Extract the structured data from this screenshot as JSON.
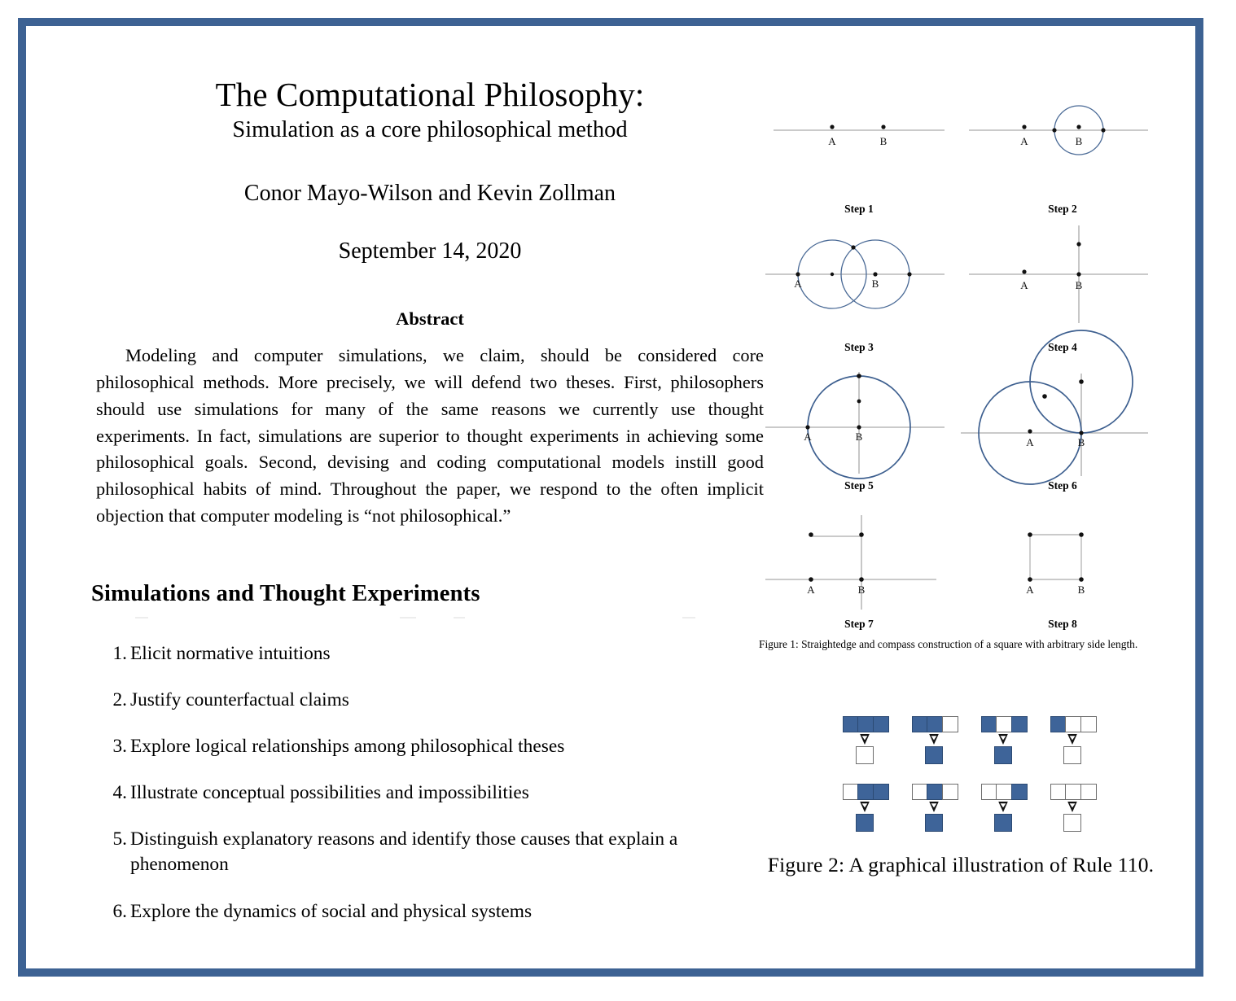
{
  "frame": {
    "border_color": "#3d6293"
  },
  "paper": {
    "title": "The Computational Philosophy:",
    "subtitle": "Simulation as a core philosophical method",
    "authors": "Conor Mayo-Wilson and Kevin Zollman",
    "date": "September 14, 2020"
  },
  "abstract": {
    "heading": "Abstract",
    "text": "Modeling and computer simulations, we claim, should be considered core philosophical methods. More precisely, we will defend two theses. First, philosophers should use simulations for many of the same reasons we currently use thought experiments. In fact, simulations are superior to thought experiments in achieving some philosophical goals. Second, devising and coding computational models instill good philosophical habits of mind. Throughout the paper, we respond to the often implicit objection that computer modeling is “not philosophical.”"
  },
  "section": {
    "heading": "Simulations and Thought Experiments",
    "items": [
      {
        "num": "1.",
        "text": "Elicit normative intuitions"
      },
      {
        "num": "2.",
        "text": "Justify counterfactual claims"
      },
      {
        "num": "3.",
        "text": "Explore logical relationships among philosophical theses"
      },
      {
        "num": "4.",
        "text": "Illustrate conceptual possibilities and impossibilities"
      },
      {
        "num": "5.",
        "text": "Distinguish explanatory reasons and identify those causes that explain a phenomenon"
      },
      {
        "num": "6.",
        "text": "Explore the dynamics of social and physical systems"
      }
    ]
  },
  "figure1": {
    "caption": "Figure 1: Straightedge and compass construction of a square with arbitrary side length.",
    "point_labels": {
      "a": "A",
      "b": "B"
    },
    "line_color": "#b9b9b9",
    "circle_color": "#4a6a96",
    "steps": [
      {
        "label": "Step 1",
        "description": "Two points A and B on a horizontal line"
      },
      {
        "label": "Step 2",
        "description": "Small circle centered at B crossing the line"
      },
      {
        "label": "Step 3",
        "description": "Two equal circles centered at A and at B overlapping"
      },
      {
        "label": "Step 4",
        "description": "Vertical line erected through B"
      },
      {
        "label": "Step 5",
        "description": "Circle centered at B meeting the vertical line"
      },
      {
        "label": "Step 6",
        "description": "Circle at A and circle at the point above B intersecting"
      },
      {
        "label": "Step 7",
        "description": "Horizontal segment drawn at the height of the new points"
      },
      {
        "label": "Step 8",
        "description": "Completed square on side AB"
      }
    ]
  },
  "figure2": {
    "caption": "Figure 2: A graphical illustration of Rule 110.",
    "on_color": "#3e6499",
    "off_color": "#ffffff",
    "arrow_icon": "down-arrow-icon",
    "rules": [
      {
        "input": [
          1,
          1,
          1
        ],
        "output": 0
      },
      {
        "input": [
          1,
          1,
          0
        ],
        "output": 1
      },
      {
        "input": [
          1,
          0,
          1
        ],
        "output": 1
      },
      {
        "input": [
          1,
          0,
          0
        ],
        "output": 0
      },
      {
        "input": [
          0,
          1,
          1
        ],
        "output": 1
      },
      {
        "input": [
          0,
          1,
          0
        ],
        "output": 1
      },
      {
        "input": [
          0,
          0,
          1
        ],
        "output": 1
      },
      {
        "input": [
          0,
          0,
          0
        ],
        "output": 0
      }
    ]
  }
}
